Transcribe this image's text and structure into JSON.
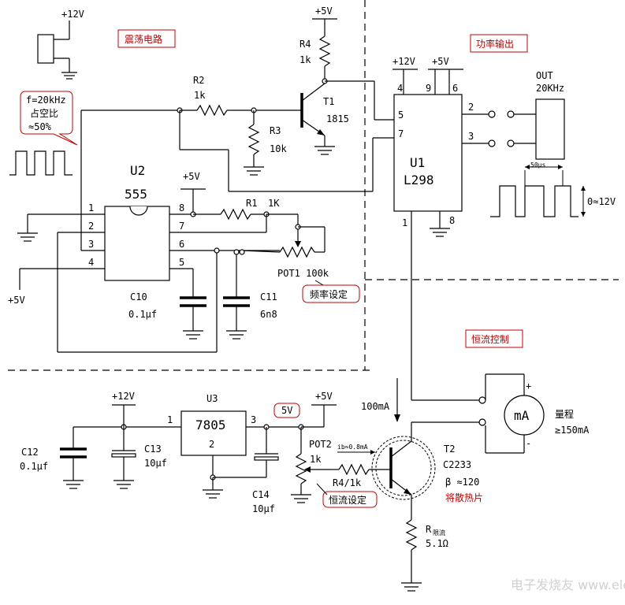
{
  "sections": {
    "oscillator": "震荡电路",
    "power_output": "功率输出",
    "constant_current": "恒流控制"
  },
  "callouts": {
    "freq_line1": "f=20kHz",
    "freq_line2": "占空比",
    "freq_line3": "≈50%",
    "freq_set": "频率设定",
    "cc_set": "恒流设定",
    "v5_tag": "5V",
    "heatsink": "将散热片"
  },
  "rails": {
    "p12_top": "+12V",
    "p5_top": "+5V",
    "p12_u1": "+12V",
    "p5_u1": "+5V",
    "p5_555": "+5V",
    "p5_left": "+5V",
    "p12_u3": "+12V",
    "p5_u3": "+5V"
  },
  "components": {
    "u2_ref": "U2",
    "u2_part": "555",
    "u1_ref": "U1",
    "u1_part": "L298",
    "u3_ref": "U3",
    "u3_part": "7805",
    "t1_ref": "T1",
    "t1_part": "1815",
    "t2_ref": "T2",
    "t2_part": "C2233",
    "t2_beta": "β ≈120",
    "r2_ref": "R2",
    "r2_val": "1k",
    "r3_ref": "R3",
    "r3_val": "10k",
    "r4_ref": "R4",
    "r4_val": "1k",
    "r1_ref": "R1",
    "r1_val": "1K",
    "pot1": "POT1  100k",
    "c10_ref": "C10",
    "c10_val": "0.1μf",
    "c11_ref": "C11",
    "c11_val": "6n8",
    "c12_ref": "C12",
    "c12_val": "0.1μf",
    "c13_ref": "C13",
    "c13_val": "10μf",
    "c14_ref": "C14",
    "c14_val": "10μf",
    "pot2_ref": "POT2",
    "pot2_val": "1k",
    "r4b": "R4/1k",
    "rs_ref": "R",
    "rs_sub": "限流",
    "rs_val": "5.1Ω",
    "meter": "mA",
    "range_label": "量程",
    "range_val": "≥150mA"
  },
  "pins": {
    "u2": [
      "1",
      "2",
      "3",
      "4",
      "8",
      "7",
      "6",
      "5"
    ],
    "u1": [
      "4",
      "9",
      "6",
      "5",
      "7",
      "2",
      "3",
      "1",
      "8"
    ],
    "u3": [
      "1",
      "3",
      "2"
    ]
  },
  "annotations": {
    "out_label": "OUT",
    "out_freq": "20KHz",
    "period": "50μs",
    "amplitude": "0≈12V",
    "current_100": "100mA",
    "ib": "ib≈0.8mA",
    "meter_plus": "+",
    "meter_minus": "-"
  },
  "watermark": "电子发烧友 www.elecfans.com"
}
